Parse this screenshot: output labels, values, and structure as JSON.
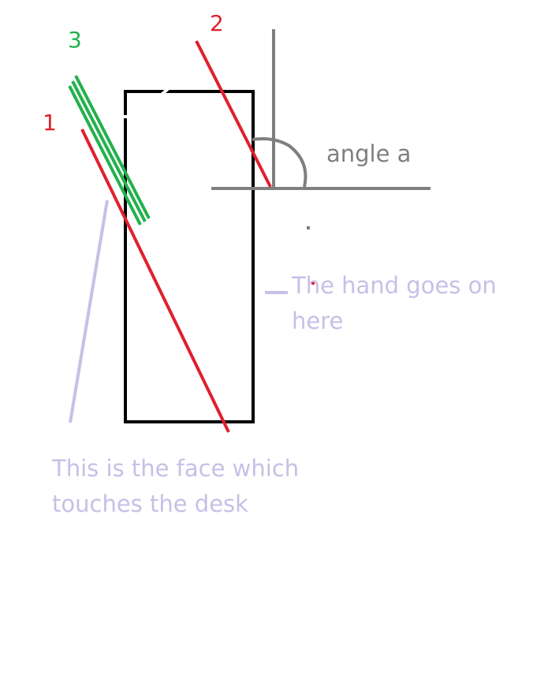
{
  "labels": {
    "line_1": "1",
    "line_2": "2",
    "line_3": "3",
    "angle": "angle a",
    "hand_note": "The hand goes on here",
    "face_note": "This is the face which touches the desk"
  },
  "colors": {
    "background": "#ffffff",
    "rectangle": "#000000",
    "red_line": "#e0202e",
    "green_line": "#22b14c",
    "grey": "#7f7f7f",
    "lavender": "#c8bfe7"
  }
}
